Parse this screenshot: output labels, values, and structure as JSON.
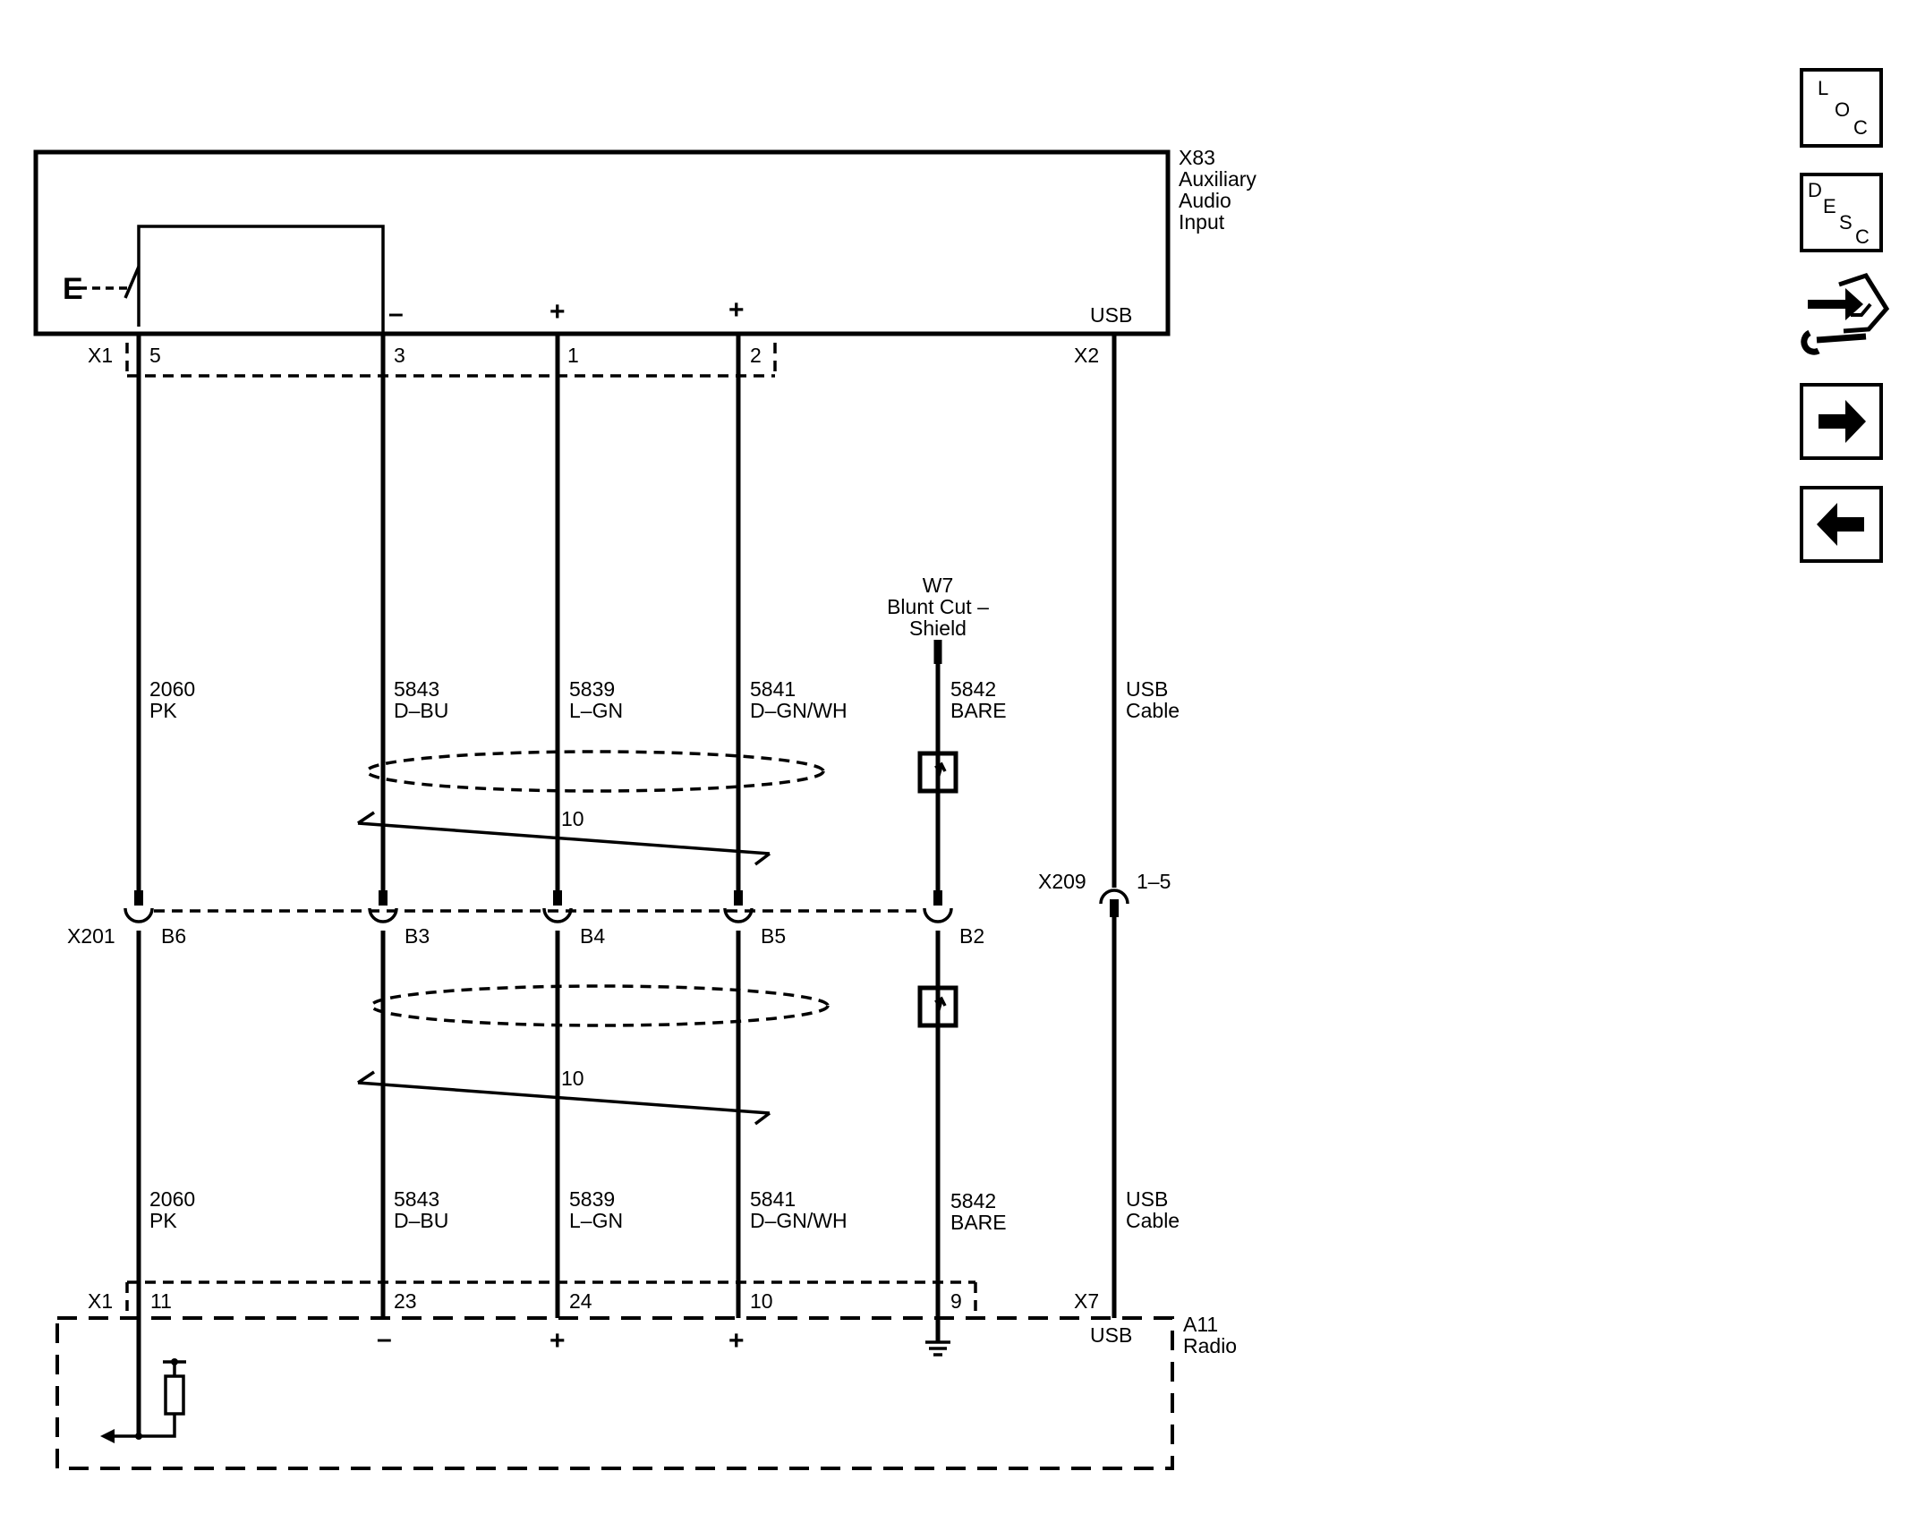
{
  "modules": {
    "aux": {
      "name_lines": [
        "X83",
        "Auxiliary",
        "Audio",
        "Input"
      ],
      "usb": "USB",
      "switch_label": "E"
    },
    "radio": {
      "name_lines": [
        "A11",
        "Radio"
      ],
      "usb": "USB"
    }
  },
  "connectors": {
    "aux_x1": "X1",
    "aux_x2": "X2",
    "x201": "X201",
    "x209": "X209",
    "x209_pins": "1–5",
    "radio_x1": "X1",
    "radio_x7": "X7"
  },
  "shield": {
    "ref": "W7",
    "desc_lines": [
      "Blunt Cut –",
      "Shield"
    ]
  },
  "twists": [
    "10",
    "10"
  ],
  "circuits": [
    {
      "id": "pink",
      "pin_top": "5",
      "circuit": "2060",
      "color": "PK",
      "x201_pin": "B6",
      "pin_bottom": "11",
      "pol_top": "",
      "pol_bottom": ""
    },
    {
      "id": "dbu",
      "pin_top": "3",
      "circuit": "5843",
      "color": "D–BU",
      "x201_pin": "B3",
      "pin_bottom": "23",
      "pol_top": "–",
      "pol_bottom": "–"
    },
    {
      "id": "lgn",
      "pin_top": "1",
      "circuit": "5839",
      "color": "L–GN",
      "x201_pin": "B4",
      "pin_bottom": "24",
      "pol_top": "+",
      "pol_bottom": "+"
    },
    {
      "id": "dgnwh",
      "pin_top": "2",
      "circuit": "5841",
      "color": "D–GN/WH",
      "x201_pin": "B5",
      "pin_bottom": "10",
      "pol_top": "+",
      "pol_bottom": "+"
    },
    {
      "id": "bare",
      "pin_top": "",
      "circuit": "5842",
      "color": "BARE",
      "x201_pin": "B2",
      "pin_bottom": "9",
      "pol_top": "",
      "pol_bottom": ""
    },
    {
      "id": "usb",
      "pin_top": "",
      "circuit": "USB",
      "color": "Cable",
      "x201_pin": "",
      "pin_bottom": "",
      "pol_top": "",
      "pol_bottom": ""
    }
  ],
  "nav": {
    "loc": {
      "l": "L",
      "o": "O",
      "c": "C"
    },
    "desc": {
      "d": "D",
      "e": "E",
      "s": "S",
      "c": "C"
    },
    "icons": [
      "connector-end-view-icon",
      "next-arrow-icon",
      "previous-arrow-icon"
    ]
  }
}
